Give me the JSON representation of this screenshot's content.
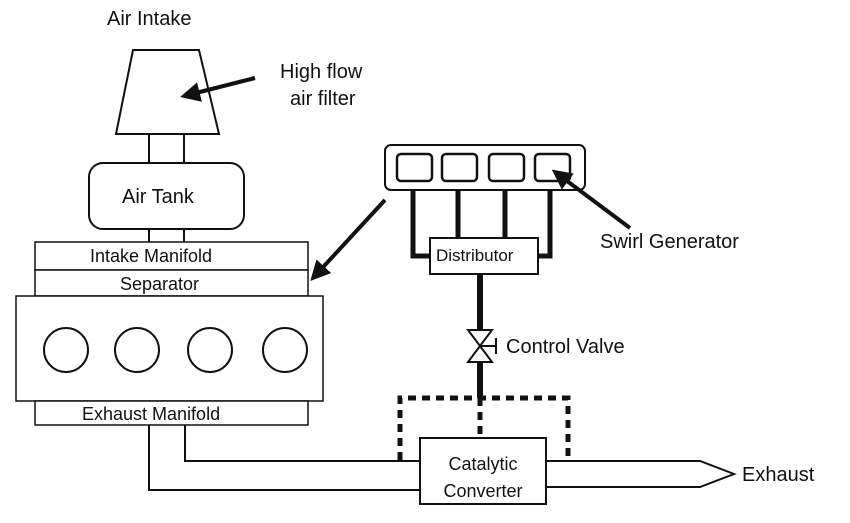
{
  "labels": {
    "air_intake": "Air Intake",
    "filter_line1": "High flow",
    "filter_line2": "air filter",
    "air_tank": "Air Tank",
    "intake_manifold": "Intake Manifold",
    "separator": "Separator",
    "exhaust_manifold": "Exhaust Manifold",
    "distributor": "Distributor",
    "swirl_generator": "Swirl Generator",
    "control_valve": "Control Valve",
    "catalytic_line1": "Catalytic",
    "catalytic_line2": "Converter",
    "exhaust": "Exhaust"
  },
  "colors": {
    "line": "#111111",
    "background": "#ffffff"
  }
}
